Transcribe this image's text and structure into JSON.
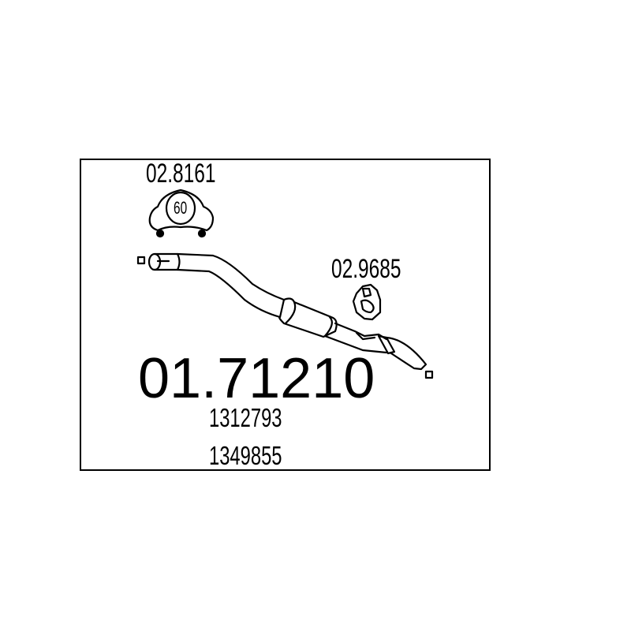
{
  "main_part": {
    "number": "01.71210",
    "oe_numbers": [
      "1312793",
      "1349855"
    ]
  },
  "accessories": [
    {
      "number": "02.8161",
      "type": "clamp-icon",
      "size_label": "60"
    },
    {
      "number": "02.9685",
      "type": "rubber-mount-icon"
    }
  ]
}
